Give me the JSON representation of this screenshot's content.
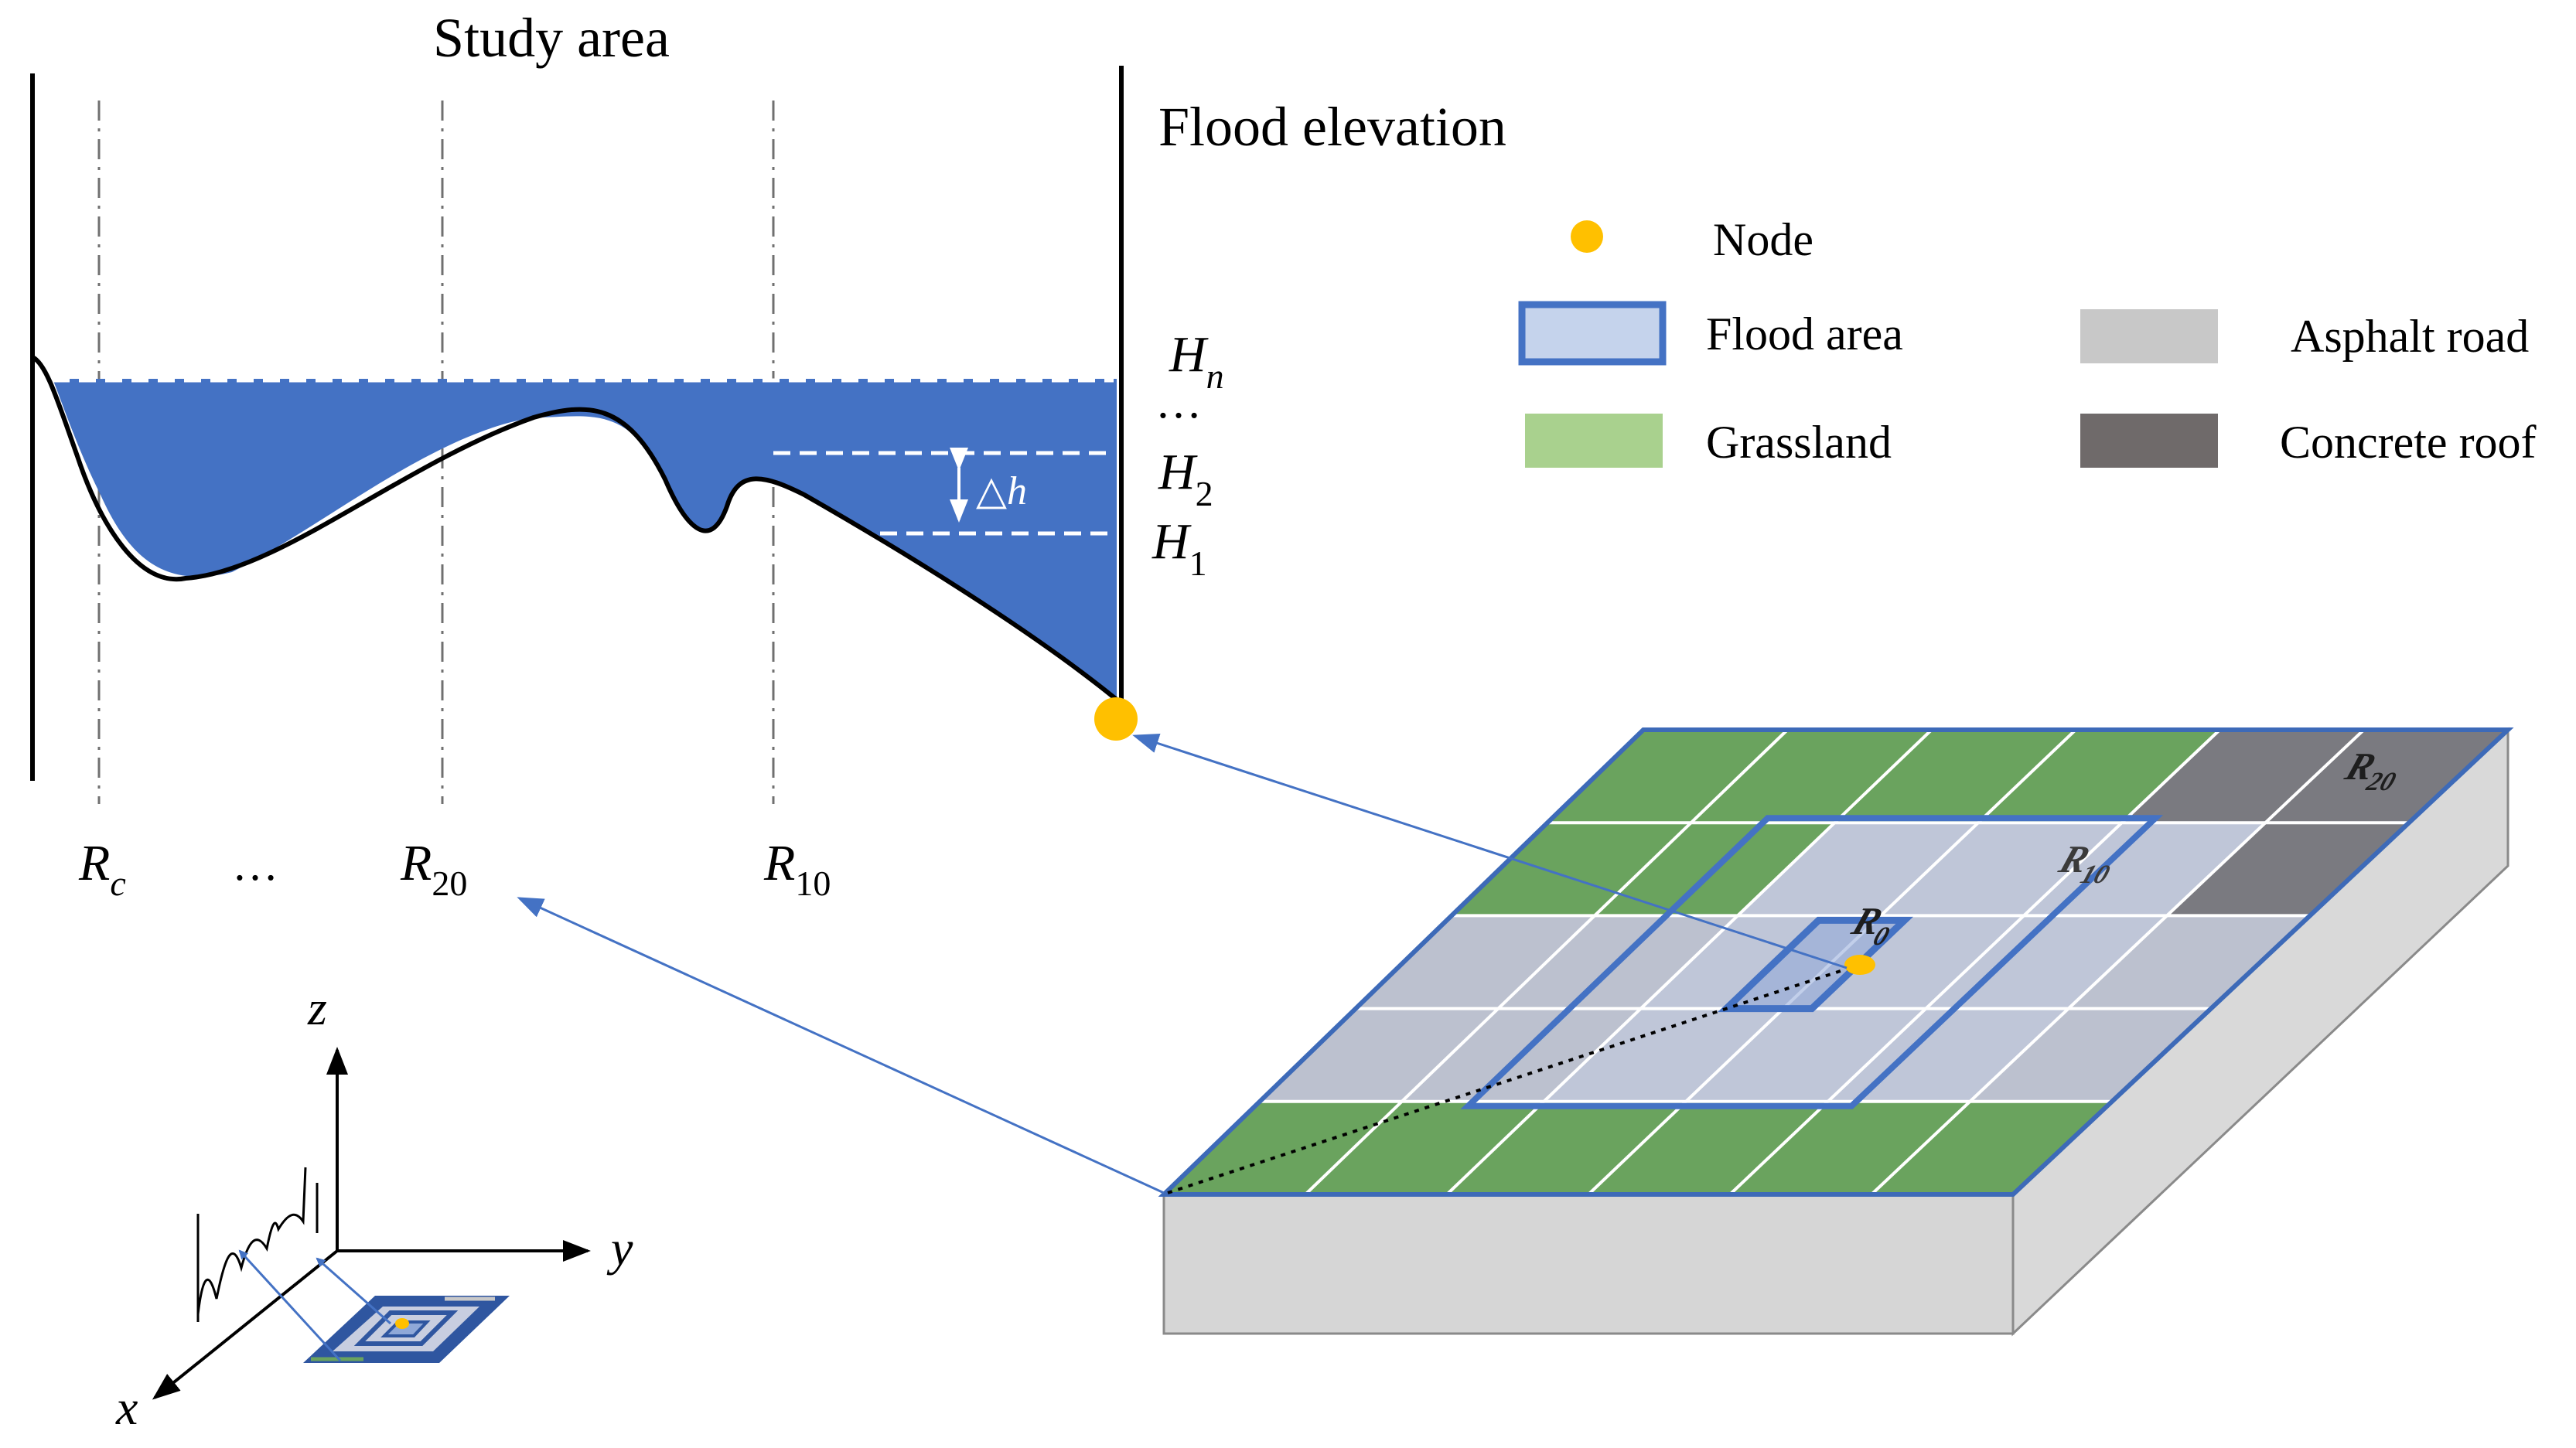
{
  "title": "Study area",
  "flood_elevation_label": "Flood elevation",
  "levels": {
    "hn": {
      "base": "H",
      "sub": "n"
    },
    "dots": "…",
    "h2": {
      "base": "H",
      "sub": "2"
    },
    "h1": {
      "base": "H",
      "sub": "1"
    },
    "delta_h": "△h"
  },
  "radius_labels": {
    "rc": {
      "base": "R",
      "sub": "c"
    },
    "dots": "…",
    "r20": {
      "base": "R",
      "sub": "20"
    },
    "r10": {
      "base": "R",
      "sub": "10"
    }
  },
  "grid_labels": {
    "r0": "R",
    "r0_sub": "0",
    "r10": "R",
    "r10_sub": "10",
    "r20": "R",
    "r20_sub": "20"
  },
  "legend": {
    "node": "Node",
    "flood_area": "Flood area",
    "grassland": "Grassland",
    "asphalt_road": "Asphalt road",
    "concrete_roof": "Concrete roof"
  },
  "axes": {
    "x": "x",
    "y": "y",
    "z": "z"
  },
  "colors": {
    "water": "#4472c4",
    "grass": "#6aa35e",
    "asphalt": "#c8c8c8",
    "roof": "#7a7a80",
    "flood_fill": "#c5d3ec",
    "flood_border": "#4472c4",
    "node": "#ffc000",
    "arrow": "#4472c4"
  }
}
